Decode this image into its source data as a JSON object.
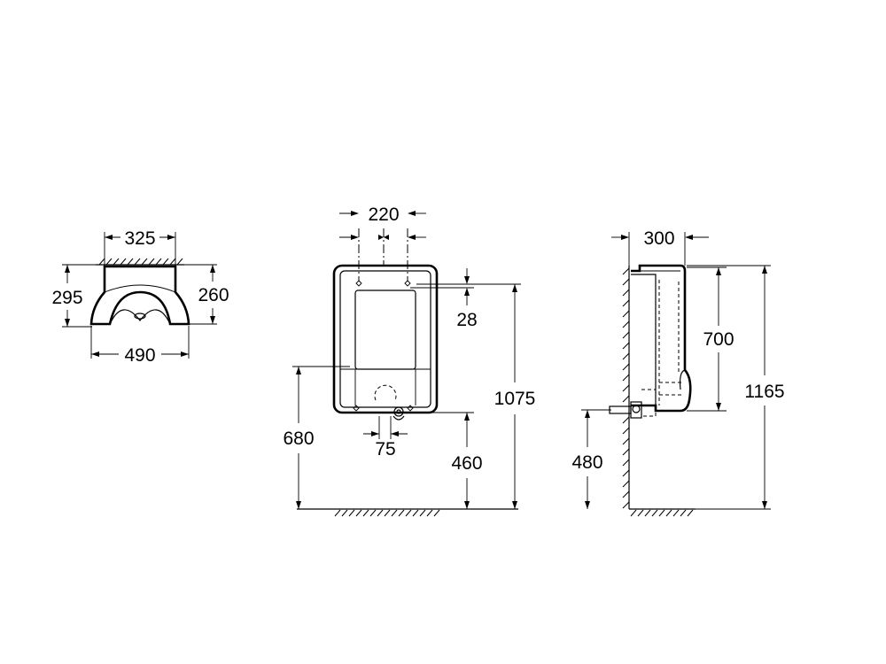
{
  "top_view": {
    "width_top": "325",
    "height_left": "295",
    "height_right": "260",
    "width_bottom": "490"
  },
  "front_view": {
    "fixing_spacing": "220",
    "top_offset": "28",
    "outlet_width": "75",
    "side_height": "680",
    "outlet_height": "460",
    "total_height": "1075"
  },
  "side_view": {
    "depth": "300",
    "body_height": "700",
    "supply_height": "480",
    "overall_height": "1165"
  },
  "colors": {
    "line": "#000000",
    "background": "#ffffff"
  }
}
